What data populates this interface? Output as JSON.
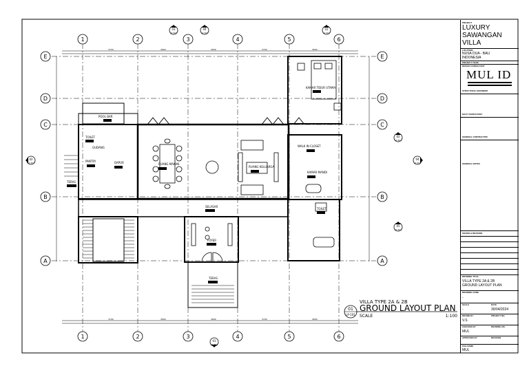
{
  "project": {
    "label": "PROJECT",
    "name_lines": [
      "LUXURY",
      "SAWANGAN",
      "VILLA"
    ],
    "location_label": "LOCATION",
    "location_lines": [
      "NUSA DUA - BALI",
      "INDONESIA"
    ],
    "project_team_label": "PROJECT TEAM",
    "design_consultant_label": "DESIGN CONSULTANT",
    "logo_text": "MUL ID",
    "structural_engineer_label": "STRUCTURAL ENGINEER",
    "mep_consultant_label": "M.E.P CONSULTANT",
    "general_contractor_label": "GENERAL CONTRACTOR",
    "general_notes_label": "GENERAL NOTES",
    "issued_revision_label": "ISSUED & REVISION",
    "drawing_title_label": "DRAWING TITLE",
    "drawing_title_lines": [
      "VILLA TYPE 2A & 2B",
      "GROUND LAYOUT PLAN"
    ],
    "drawing_code_label": "DRAWING CODE",
    "drawing_code": "-",
    "scale_label": "SCALE",
    "scale_value": "-",
    "date_label": "DATE",
    "date_value": "30/04/2024",
    "drawn_by_label": "DRAWN BY",
    "drawn_by": "V.S",
    "project_no_label": "PROJECT NO.",
    "checked_by_label": "CHECKED BY",
    "checked_by": "MUL",
    "drawing_no_label": "DRAWING NO.",
    "approved_by_label": "APPROVED BY",
    "revision_label": "REVISION",
    "file_name_label": "FILE NAME",
    "file_name": "MUL"
  },
  "drawing": {
    "title_line1": "VILLA TYPE 2A & 2B",
    "title_main": "GROUND LAYOUT PLAN",
    "scale_label": "SCALE",
    "scale_value": "1:100",
    "view_number": "01",
    "view_sheet": "LP-101"
  },
  "grid": {
    "columns": [
      "1",
      "2",
      "3",
      "4",
      "5",
      "6"
    ],
    "rows": [
      "E",
      "D",
      "C",
      "B",
      "A"
    ]
  },
  "rooms": {
    "master_bedroom": "KAMAR TIDUR UTAMA",
    "pool_bar": "POOL BAR",
    "dining": "RUANG MAKAN",
    "living": "RUANG KELUARGA",
    "walk_in_closet": "WALK IN CLOSET",
    "bathroom": "KAMAR MANDI",
    "kitchen": "DAPUR",
    "pantry": "PANTRY",
    "terrace_left": "TERAS",
    "toilet": "TOILET",
    "store": "GUDANG",
    "corridor": "SELASAR",
    "foyer": "FOYER",
    "terrace_front": "TERAS",
    "powder_room": "TOILET"
  },
  "section_markers": [
    {
      "num": "03",
      "sheet": "LP-301"
    },
    {
      "num": "04",
      "sheet": "LP-301"
    },
    {
      "num": "01",
      "sheet": "LP-301"
    },
    {
      "num": "02",
      "sheet": "LP-301"
    },
    {
      "num": "04",
      "sheet": "LP-301"
    },
    {
      "num": "02",
      "sheet": "LP-301"
    },
    {
      "num": "05",
      "sheet": "LP-301"
    },
    {
      "num": "01",
      "sheet": "LP-301"
    }
  ]
}
